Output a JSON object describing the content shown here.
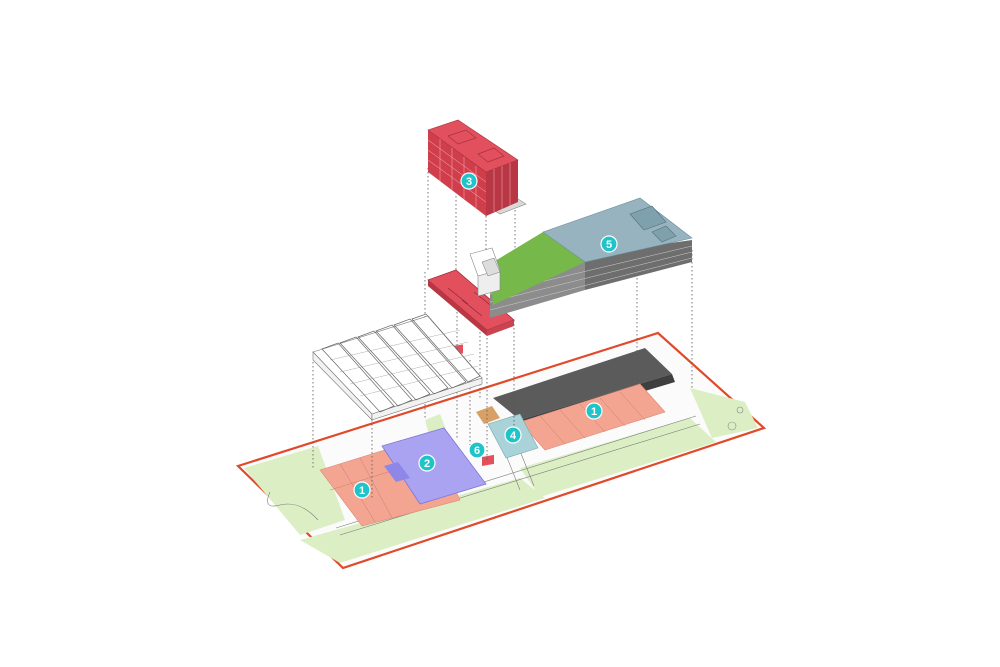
{
  "labels": [
    {
      "id": "label-1-east",
      "text": "1"
    },
    {
      "id": "label-1-west",
      "text": "1"
    },
    {
      "id": "label-2",
      "text": "2"
    },
    {
      "id": "label-3",
      "text": "3"
    },
    {
      "id": "label-4",
      "text": "4"
    },
    {
      "id": "label-5",
      "text": "5"
    },
    {
      "id": "label-6",
      "text": "6"
    }
  ],
  "colors": {
    "site_boundary": "#e04a2a",
    "green_space": "#dcefc4",
    "zone_1": "#f4a591",
    "zone_2": "#a9a3f2",
    "zone_3": "#e2505e",
    "zone_4": "#a9d3d8",
    "zone_5": "#96b3bf",
    "green_roof": "#76b94a",
    "dark_roof": "#5b5b5b",
    "label_badge": "#1fc4c9"
  }
}
